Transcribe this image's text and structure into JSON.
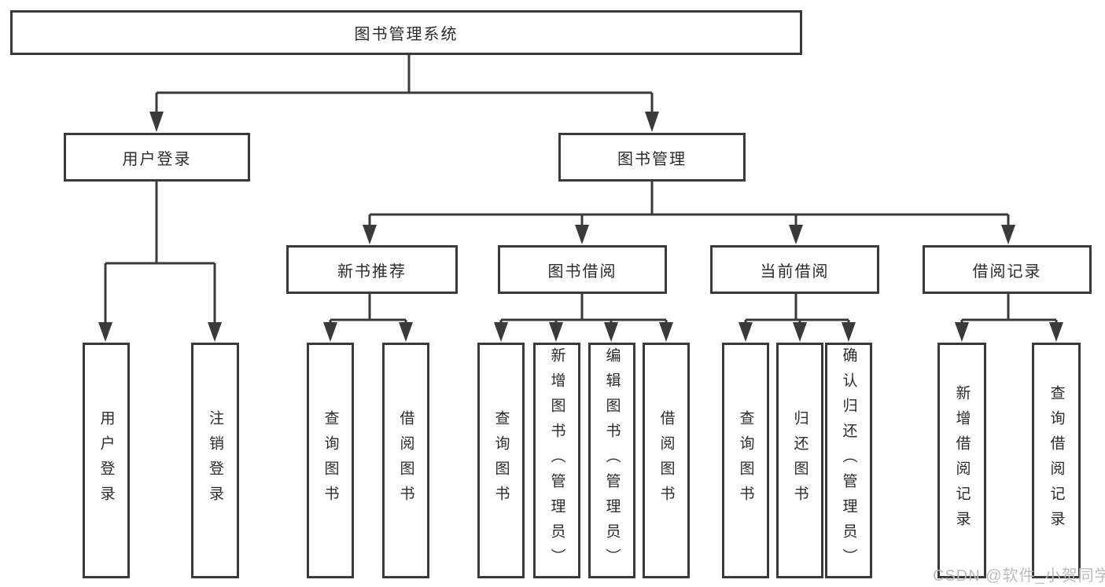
{
  "diagram": {
    "type": "hierarchy-tree",
    "tree": {
      "root": {
        "label": "图书管理系统"
      },
      "level2": [
        {
          "label": "用户登录",
          "children": [
            {
              "label": "用户登录"
            },
            {
              "label": "注销登录"
            }
          ]
        },
        {
          "label": "图书管理",
          "children": [
            {
              "label": "新书推荐",
              "children": [
                {
                  "label": "查询图书"
                },
                {
                  "label": "借阅图书"
                }
              ]
            },
            {
              "label": "图书借阅",
              "children": [
                {
                  "label": "查询图书"
                },
                {
                  "label": "新增图书（管理员）"
                },
                {
                  "label": "编辑图书（管理员）"
                },
                {
                  "label": "借阅图书"
                }
              ]
            },
            {
              "label": "当前借阅",
              "children": [
                {
                  "label": "查询图书"
                },
                {
                  "label": "归还图书"
                },
                {
                  "label": "确认归还（管理员）"
                }
              ]
            },
            {
              "label": "借阅记录",
              "children": [
                {
                  "label": "新增借阅记录"
                },
                {
                  "label": "查询借阅记录"
                }
              ]
            }
          ]
        }
      ]
    },
    "colors": {
      "line": "#3a3a3a",
      "box_border": "#3a3a3a",
      "box_fill": "#ffffff",
      "text": "#2b2b2b",
      "watermark": "#bcbcbc",
      "background": "#ffffff"
    }
  },
  "watermark": {
    "text": "CSDN @软件_小贺同学"
  }
}
